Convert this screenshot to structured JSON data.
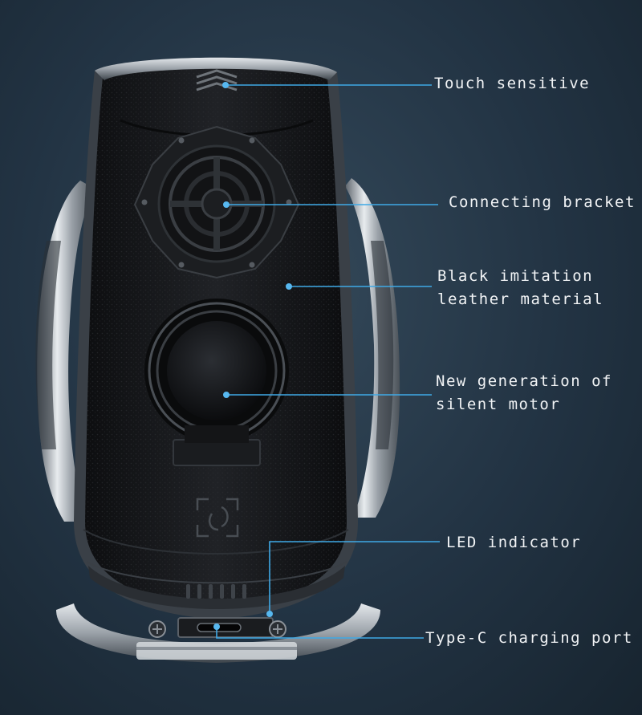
{
  "colors": {
    "leader_line": "#3fa9e6",
    "leader_dot": "#57b8f0",
    "label_text": "#f2f4f6",
    "body_leather": "#18191b",
    "chrome": "#c4c9cf"
  },
  "callouts": [
    {
      "id": "touch",
      "text": "Touch sensitive"
    },
    {
      "id": "bracket",
      "text": "Connecting bracket"
    },
    {
      "id": "leather",
      "text": "Black imitation\nleather material"
    },
    {
      "id": "motor",
      "text": "New generation of\nsilent motor"
    },
    {
      "id": "led",
      "text": "LED indicator"
    },
    {
      "id": "typec",
      "text": "Type-C charging port"
    }
  ]
}
